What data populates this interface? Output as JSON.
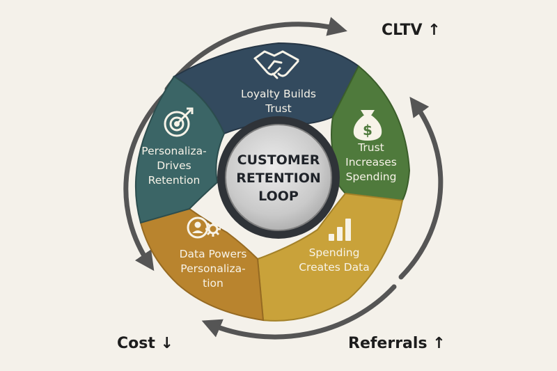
{
  "center": {
    "lines": [
      "CUSTOMER",
      "RETENTION",
      "LOOP"
    ]
  },
  "segments": [
    {
      "id": "loyalty",
      "lines": [
        "Loyalty Builds",
        "Trust"
      ],
      "icon": "handshake-icon",
      "color": "#334a5e"
    },
    {
      "id": "trust",
      "lines": [
        "Trust",
        "Increases",
        "Spending"
      ],
      "icon": "money-bag-icon",
      "color": "#4f7a3c"
    },
    {
      "id": "spending",
      "lines": [
        "Spending",
        "Creates Data"
      ],
      "icon": "bar-chart-icon",
      "color": "#c9a23a"
    },
    {
      "id": "data",
      "lines": [
        "Data Powers",
        "Personaliza-",
        "tion"
      ],
      "icon": "person-gear-icon",
      "color": "#b9842e"
    },
    {
      "id": "personalization",
      "lines": [
        "Personaliza-",
        "Drives",
        "Retention"
      ],
      "icon": "target-icon",
      "color": "#3b6566"
    }
  ],
  "metrics": {
    "cltv": "CLTV ↑",
    "cost": "Cost ↓",
    "referrals": "Referrals ↑"
  },
  "colors": {
    "arrow": "#555555",
    "background": "#f4f1ea",
    "center": "#cfcfcf"
  }
}
